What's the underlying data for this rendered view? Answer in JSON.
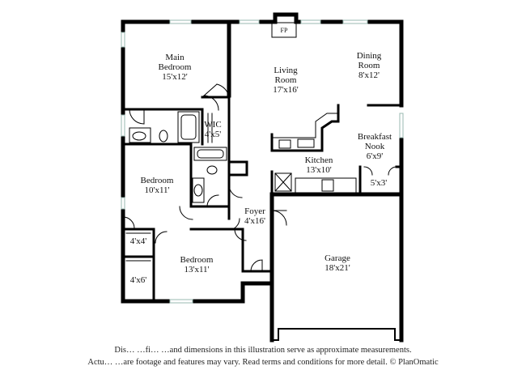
{
  "rooms": {
    "main_bedroom": {
      "name": [
        "Main",
        "Bedroom"
      ],
      "size": "15'x12'"
    },
    "living_room": {
      "name": [
        "Living",
        "Room"
      ],
      "size": "17'x16'"
    },
    "dining_room": {
      "name": [
        "Dining",
        "Room"
      ],
      "size": "8'x12'"
    },
    "wic": {
      "name": [
        "WIC"
      ],
      "size": "4'x5'"
    },
    "breakfast_nook": {
      "name": [
        "Breakfast",
        "Nook"
      ],
      "size": "6'x9'"
    },
    "kitchen": {
      "name": [
        "Kitchen"
      ],
      "size": "13'x10'"
    },
    "bedroom_1": {
      "name": [
        "Bedroom"
      ],
      "size": "10'x11'"
    },
    "pantry": {
      "size": "5'x3'"
    },
    "foyer": {
      "name": [
        "Foyer"
      ],
      "size": "4'x16'"
    },
    "closet_1": {
      "size": "4'x4'"
    },
    "bedroom_2": {
      "name": [
        "Bedroom"
      ],
      "size": "13'x11'"
    },
    "garage": {
      "name": [
        "Garage"
      ],
      "size": "18'x21'"
    },
    "closet_2": {
      "size": "4'x6'"
    }
  },
  "fireplace": {
    "label": "FP"
  },
  "disclaimer": {
    "line1": "Dis… …fi… …and dimensions in this illustration serve as approximate measurements.",
    "line2": "Actu… …are footage and features may vary. Read terms and conditions for more detail. © PlanOmatic"
  },
  "colors": {
    "wall": "#000000",
    "window": "#9ab8b0",
    "fixture": "#333333"
  }
}
